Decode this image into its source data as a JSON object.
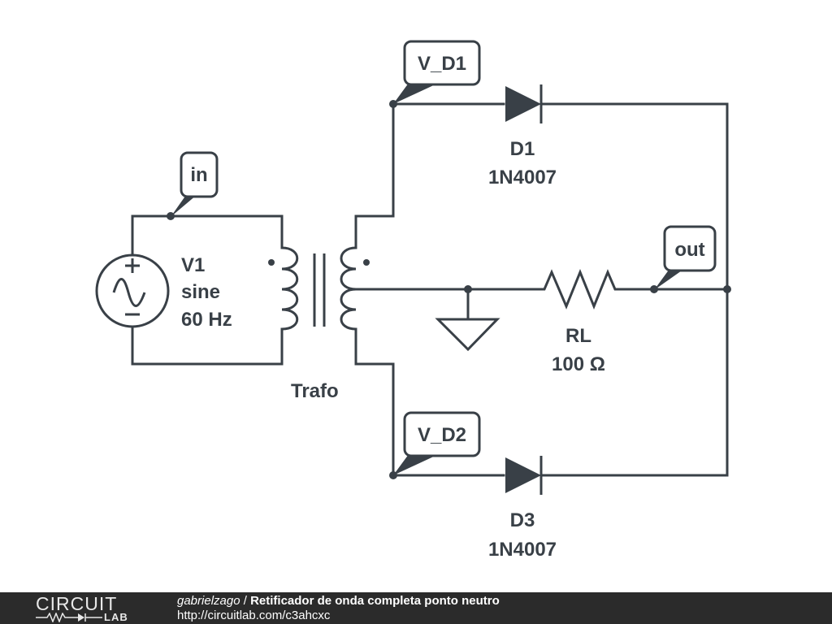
{
  "schematic": {
    "source": {
      "name": "V1",
      "type": "sine",
      "frequency": "60 Hz"
    },
    "transformer": {
      "name": "Trafo"
    },
    "diode_top": {
      "name": "D1",
      "part": "1N4007"
    },
    "diode_bottom": {
      "name": "D3",
      "part": "1N4007"
    },
    "resistor": {
      "name": "RL",
      "value": "100 Ω"
    },
    "nodes": {
      "in": "in",
      "v_d1": "V_D1",
      "v_d2": "V_D2",
      "out": "out"
    }
  },
  "footer": {
    "logo_top": "CIRCUIT",
    "logo_bottom": "LAB",
    "author": "gabrielzago",
    "separator": " / ",
    "title": "Retificador de onda completa ponto neutro",
    "url": "http://circuitlab.com/c3ahcxc"
  }
}
